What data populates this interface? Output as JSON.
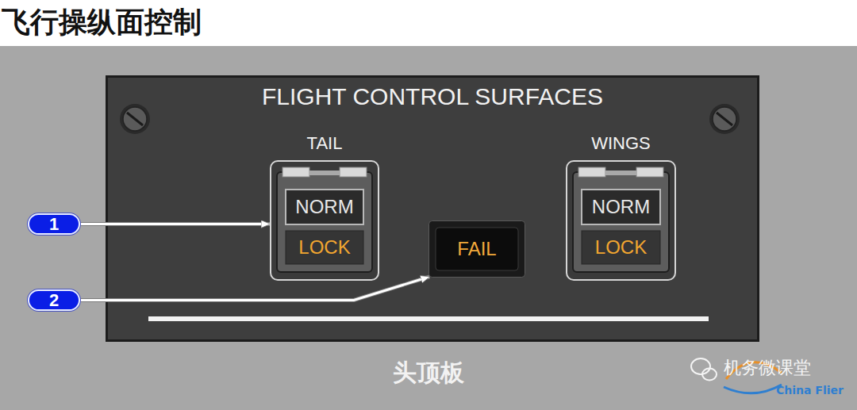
{
  "diagram": {
    "title": "飞行操纵面控制",
    "caption": "头顶板",
    "nodes": [
      {
        "text": [
          "FLIGHT CONTROL SURFACES"
        ]
      },
      {
        "text": [
          "TAIL",
          "NORM",
          "LOCK"
        ],
        "in": 0
      },
      {
        "text": [
          "FAIL"
        ],
        "in": 0
      },
      {
        "text": [
          "WINGS",
          "NORM",
          "LOCK"
        ],
        "in": 0
      },
      {
        "text": [
          "1"
        ]
      },
      {
        "text": [
          "2"
        ]
      }
    ],
    "edges": [
      {
        "from": 4,
        "to": 1,
        "arrow": "to"
      },
      {
        "from": 5,
        "to": 2,
        "arrow": "to"
      }
    ],
    "labels": [
      "机务微课堂",
      "China Flier"
    ]
  }
}
